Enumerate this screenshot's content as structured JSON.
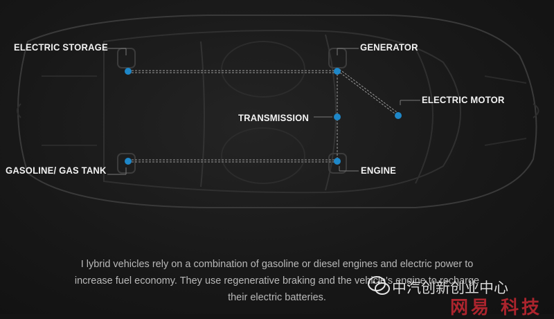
{
  "labels": {
    "electric_storage": "ELECTRIC STORAGE",
    "generator": "GENERATOR",
    "electric_motor": "ELECTRIC MOTOR",
    "transmission": "TRANSMISSION",
    "gas_tank": "GASOLINE/ GAS TANK",
    "engine": "ENGINE"
  },
  "caption": {
    "line1": "I lybrid vehicles rely on a combination of gasoline or diesel engines and electric power to",
    "line2": "increase fuel economy. They use regenerative braking and the vehicle's engine to recharge",
    "line3": "their electric batteries."
  },
  "watermark": {
    "text": "中汽创新创业中心",
    "logo": "网易 科技"
  },
  "colors": {
    "background": "#141414",
    "node": "#1e87c8",
    "link": "#9a9a9a",
    "label": "#f2f2f2",
    "caption": "#b9b9b9"
  },
  "icons": {
    "watermark": "wechat-icon"
  }
}
